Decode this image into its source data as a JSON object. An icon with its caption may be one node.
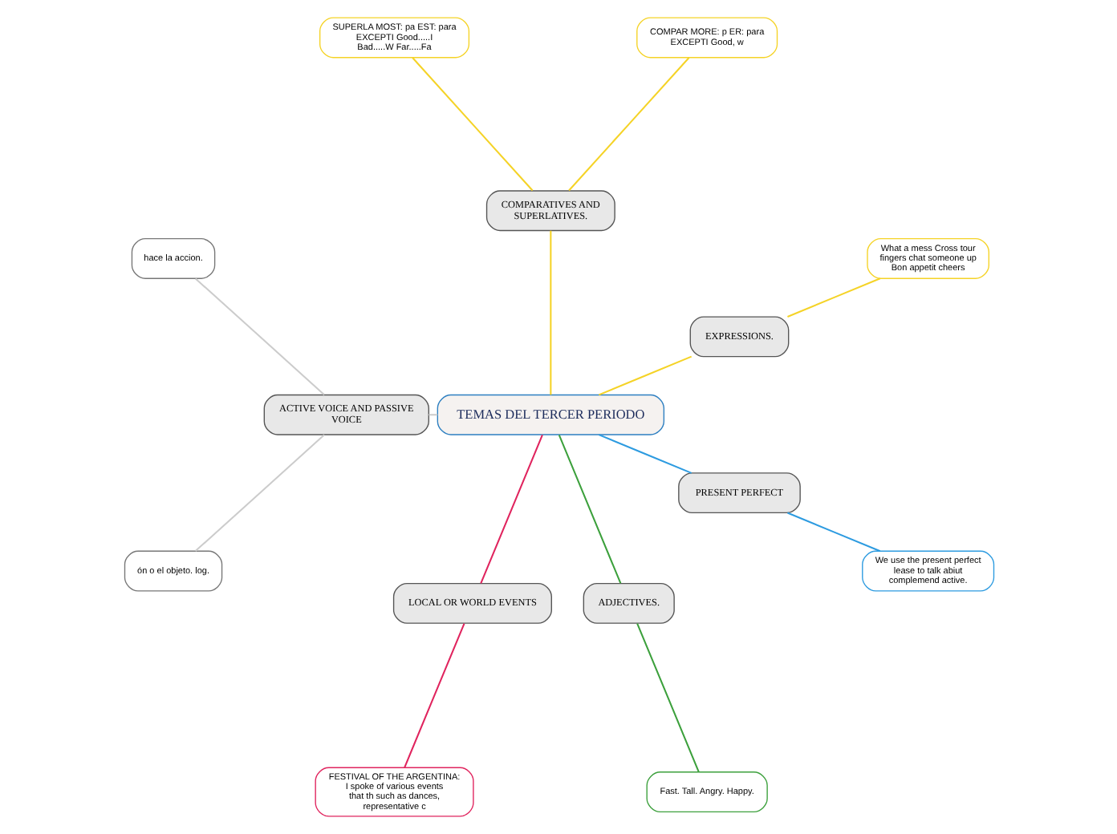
{
  "diagram": {
    "nodes": [
      {
        "text": [
          "TEMAS DEL TERCER PERIODO"
        ]
      },
      {
        "text": [
          "EXPRESSIONS."
        ]
      },
      {
        "text": [
          "What a mess Cross tour fingers chat someone up Bon appetit cheers"
        ]
      },
      {
        "text": [
          "COMPARATIVES AND SUPERLATIVES."
        ]
      },
      {
        "text": [
          "COMPAR MORE: p ER: para EXCEPTI Good, w"
        ]
      },
      {
        "text": [
          "SUPERLA MOST: pa EST: para EXCEPTI Good.....I Bad.....W Far.....Fa"
        ]
      },
      {
        "text": [
          "ACTIVE VOICE AND PASSIVE VOICE"
        ]
      },
      {
        "text": [
          "hace la accion."
        ]
      },
      {
        "text": [
          "ón o el objeto. log."
        ]
      },
      {
        "text": [
          "LOCAL OR WORLD EVENTS"
        ]
      },
      {
        "text": [
          "FESTIVAL OF THE ARGENTINA: I spoke of various events that th such as dances, representative c"
        ]
      },
      {
        "text": [
          "ADJECTIVES."
        ]
      },
      {
        "text": [
          "Fast. Tall. Angry. Happy."
        ]
      },
      {
        "text": [
          "PRESENT PERFECT"
        ]
      },
      {
        "text": [
          "We use the present perfect lease to talk abiut complemend active."
        ]
      }
    ],
    "edges": [
      {
        "from": 0,
        "to": 1,
        "arrow": "none",
        "color": "#f5d327"
      },
      {
        "from": 1,
        "to": 2,
        "arrow": "none",
        "color": "#f5d327"
      },
      {
        "from": 0,
        "to": 3,
        "arrow": "none",
        "color": "#f5d327"
      },
      {
        "from": 3,
        "to": 4,
        "arrow": "none",
        "color": "#f5d327"
      },
      {
        "from": 3,
        "to": 5,
        "arrow": "none",
        "color": "#f5d327"
      },
      {
        "from": 0,
        "to": 6,
        "arrow": "none",
        "color": "#cccccc"
      },
      {
        "from": 6,
        "to": 7,
        "arrow": "none",
        "color": "#cccccc"
      },
      {
        "from": 6,
        "to": 8,
        "arrow": "none",
        "color": "#cccccc"
      },
      {
        "from": 0,
        "to": 9,
        "arrow": "none",
        "color": "#e0245e"
      },
      {
        "from": 9,
        "to": 10,
        "arrow": "none",
        "color": "#e0245e"
      },
      {
        "from": 0,
        "to": 11,
        "arrow": "none",
        "color": "#3ca03c"
      },
      {
        "from": 11,
        "to": 12,
        "arrow": "none",
        "color": "#3ca03c"
      },
      {
        "from": 0,
        "to": 13,
        "arrow": "none",
        "color": "#2d9be0"
      },
      {
        "from": 13,
        "to": 14,
        "arrow": "none",
        "color": "#2d9be0"
      }
    ]
  }
}
